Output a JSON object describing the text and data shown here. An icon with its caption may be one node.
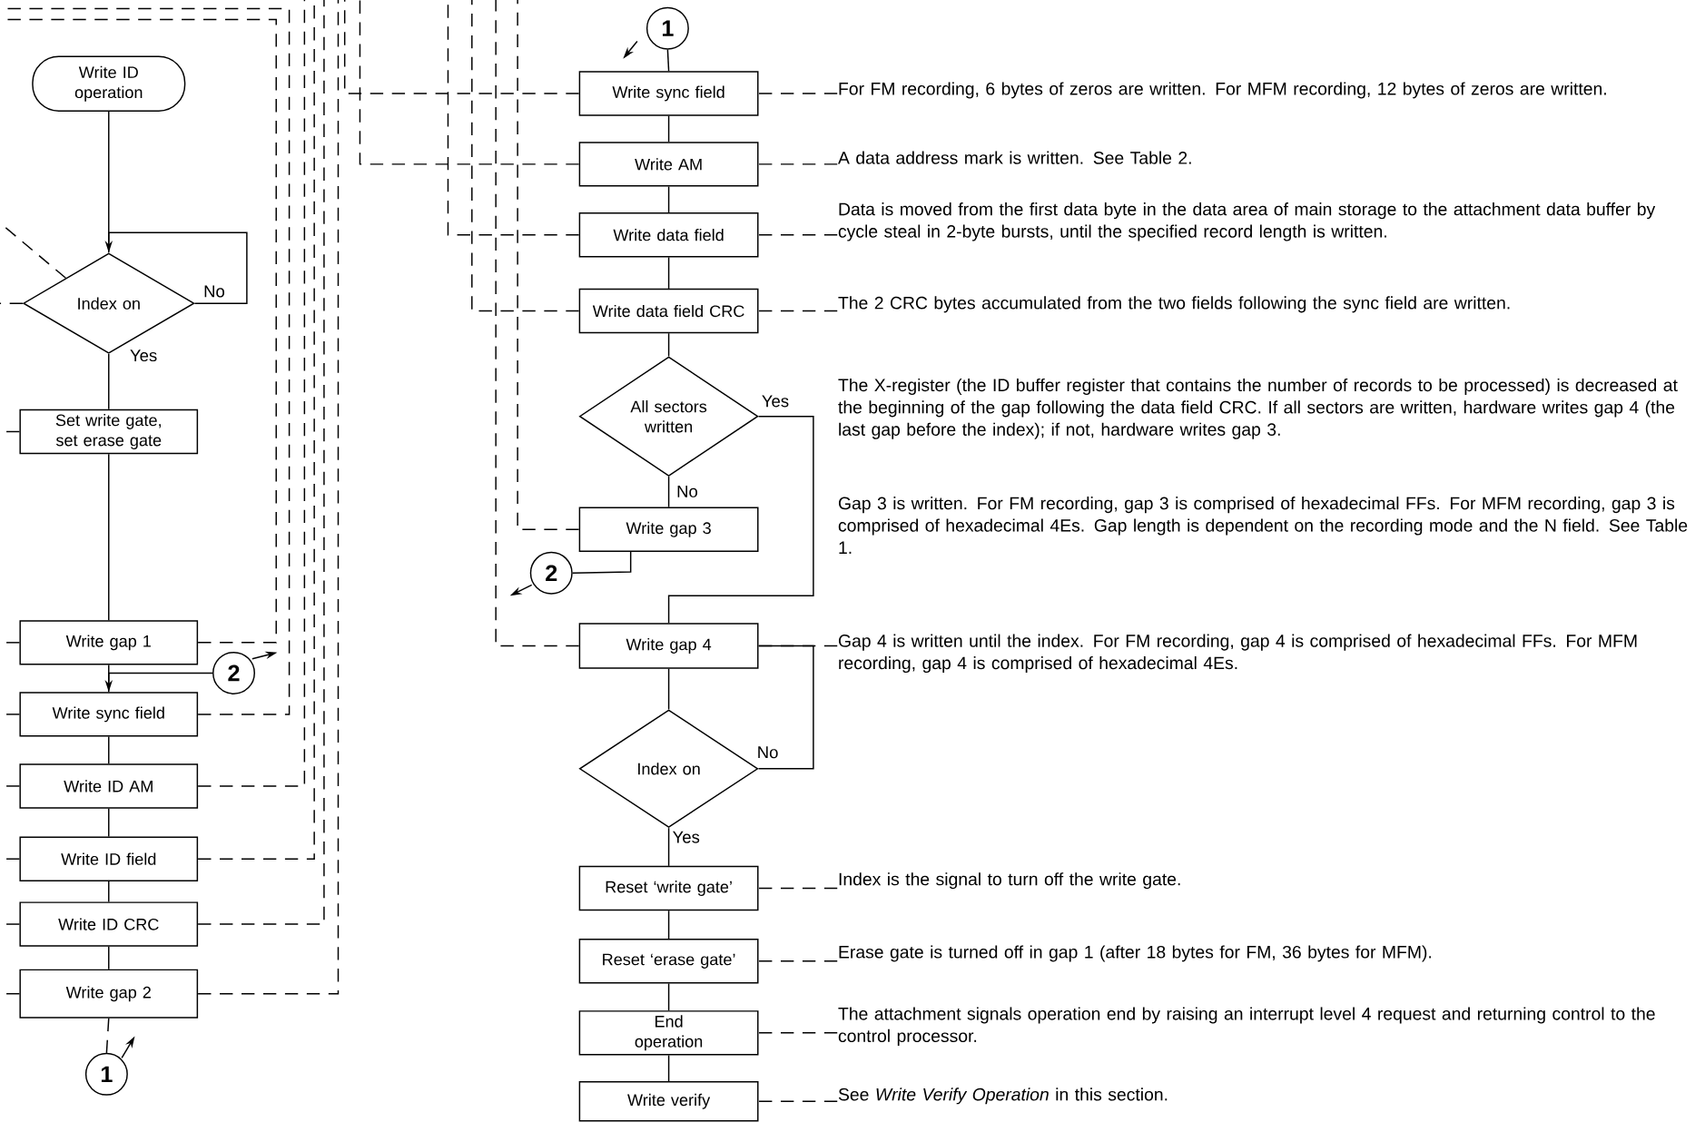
{
  "diagram": {
    "nodes": [
      {
        "text": [
          "Write ID operation"
        ]
      },
      {
        "text": [
          "Index on"
        ]
      },
      {
        "text": [
          "Set write gate, set erase gate"
        ]
      },
      {
        "text": [
          "Write gap 1"
        ]
      },
      {
        "text": [
          "Write sync field"
        ]
      },
      {
        "text": [
          "Write ID AM"
        ]
      },
      {
        "text": [
          "Write ID field"
        ]
      },
      {
        "text": [
          "Write ID CRC"
        ]
      },
      {
        "text": [
          "Write gap 2"
        ]
      },
      {
        "text": [
          "1"
        ]
      },
      {
        "text": [
          "2"
        ]
      },
      {
        "text": [
          "1"
        ]
      },
      {
        "text": [
          "Write sync field"
        ]
      },
      {
        "text": [
          "Write AM"
        ]
      },
      {
        "text": [
          "Write data field"
        ]
      },
      {
        "text": [
          "Write data field CRC"
        ]
      },
      {
        "text": [
          "All sectors written"
        ]
      },
      {
        "text": [
          "Write gap 3"
        ]
      },
      {
        "text": [
          "2"
        ]
      },
      {
        "text": [
          "Write gap 4"
        ]
      },
      {
        "text": [
          "Index on"
        ]
      },
      {
        "text": [
          "Reset ‘write gate’"
        ]
      },
      {
        "text": [
          "Reset ‘erase gate’"
        ]
      },
      {
        "text": [
          "End operation"
        ]
      },
      {
        "text": [
          "Write verify"
        ]
      },
      {
        "text": [
          "For FM recording, 6 bytes of zeros are written. For MFM recording, 12 bytes of zeros are written."
        ]
      },
      {
        "text": [
          "A data address mark is written. See Table 2."
        ]
      },
      {
        "text": [
          "Data is moved from the first data byte in the data area of main storage to the attachment data buffer by cycle steal in 2-byte bursts, until the specified record length is written."
        ]
      },
      {
        "text": [
          "The 2 CRC bytes accumulated from the two fields following the sync field are written."
        ]
      },
      {
        "text": [
          "Gap 4 is written until the index. For FM recording, gap 4 is comprised of hexadecimal FFs. For MFM recording, gap 4 is comprised of hexadecimal 4Es."
        ]
      },
      {
        "text": [
          "Index is the signal to turn off the write gate."
        ]
      },
      {
        "text": [
          "Erase gate is turned off in gap 1 (after 18 bytes for FM, 36 bytes for MFM)."
        ]
      },
      {
        "text": [
          "The attachment signals operation end by raising an interrupt level 4 request and returning control to the control processor."
        ]
      },
      {
        "text": [
          "See *Write Verify Operation* in this section."
        ]
      }
    ],
    "edges": [
      {
        "from": 0,
        "to": 1,
        "arrow": "none"
      },
      {
        "from": 1,
        "to": 1,
        "arrow": "to",
        "label": "No"
      },
      {
        "from": 1,
        "to": 2,
        "arrow": "none",
        "label": "Yes"
      },
      {
        "from": 2,
        "to": 3,
        "arrow": "none"
      },
      {
        "from": 3,
        "to": 4,
        "arrow": "none"
      },
      {
        "from": 10,
        "to": 4,
        "arrow": "to"
      },
      {
        "from": 4,
        "to": 5,
        "arrow": "none"
      },
      {
        "from": 5,
        "to": 6,
        "arrow": "none"
      },
      {
        "from": 6,
        "to": 7,
        "arrow": "none"
      },
      {
        "from": 7,
        "to": 8,
        "arrow": "none"
      },
      {
        "from": 8,
        "to": 9,
        "arrow": "none",
        "style": "dashed"
      },
      {
        "from": 11,
        "to": 12,
        "arrow": "none"
      },
      {
        "from": 12,
        "to": 13,
        "arrow": "none"
      },
      {
        "from": 13,
        "to": 14,
        "arrow": "none"
      },
      {
        "from": 14,
        "to": 15,
        "arrow": "none"
      },
      {
        "from": 15,
        "to": 16,
        "arrow": "none"
      },
      {
        "from": 16,
        "to": 17,
        "arrow": "none",
        "label": "No"
      },
      {
        "from": 17,
        "to": 18,
        "arrow": "none"
      },
      {
        "from": 16,
        "to": 19,
        "arrow": "none",
        "label": "Yes"
      },
      {
        "from": 19,
        "to": 20,
        "arrow": "none"
      },
      {
        "from": 20,
        "to": 19,
        "arrow": "none",
        "label": "No"
      },
      {
        "from": 20,
        "to": 21,
        "arrow": "none",
        "label": "Yes"
      },
      {
        "from": 21,
        "to": 22,
        "arrow": "none"
      },
      {
        "from": 22,
        "to": 23,
        "arrow": "none"
      },
      {
        "from": 23,
        "to": 24,
        "arrow": "none"
      },
      {
        "from": 25,
        "to": 12,
        "arrow": "none",
        "style": "dashed"
      },
      {
        "from": 26,
        "to": 13,
        "arrow": "none",
        "style": "dashed"
      },
      {
        "from": 27,
        "to": 14,
        "arrow": "none",
        "style": "dashed"
      },
      {
        "from": 28,
        "to": 15,
        "arrow": "none",
        "style": "dashed"
      },
      {
        "from": 29,
        "to": 19,
        "arrow": "none",
        "style": "dashed"
      },
      {
        "from": 30,
        "to": 21,
        "arrow": "none",
        "style": "dashed"
      },
      {
        "from": 31,
        "to": 22,
        "arrow": "none",
        "style": "dashed"
      },
      {
        "from": 32,
        "to": 23,
        "arrow": "none",
        "style": "dashed"
      },
      {
        "from": 33,
        "to": 24,
        "arrow": "none",
        "style": "dashed"
      },
      {
        "from": 1,
        "to": null,
        "arrow": "none",
        "style": "dashed"
      },
      {
        "from": 1,
        "to": null,
        "arrow": "none",
        "style": "dashed"
      },
      {
        "from": 2,
        "to": null,
        "arrow": "none",
        "style": "dashed"
      },
      {
        "from": 3,
        "to": null,
        "arrow": "none",
        "style": "dashed"
      },
      {
        "from": 4,
        "to": null,
        "arrow": "none",
        "style": "dashed"
      },
      {
        "from": 5,
        "to": null,
        "arrow": "none",
        "style": "dashed"
      },
      {
        "from": 6,
        "to": null,
        "arrow": "none",
        "style": "dashed"
      },
      {
        "from": 7,
        "to": null,
        "arrow": "none",
        "style": "dashed"
      },
      {
        "from": 8,
        "to": null,
        "arrow": "none",
        "style": "dashed"
      },
      {
        "from": 3,
        "to": null,
        "arrow": "none",
        "style": "dashed"
      },
      {
        "from": 4,
        "to": null,
        "arrow": "none",
        "style": "dashed"
      },
      {
        "from": 5,
        "to": null,
        "arrow": "none",
        "style": "dashed"
      },
      {
        "from": 6,
        "to": null,
        "arrow": "none",
        "style": "dashed"
      },
      {
        "from": 7,
        "to": null,
        "arrow": "none",
        "style": "dashed"
      },
      {
        "from": 8,
        "to": null,
        "arrow": "none",
        "style": "dashed"
      },
      {
        "from": 12,
        "to": null,
        "arrow": "none",
        "style": "dashed"
      },
      {
        "from": 13,
        "to": null,
        "arrow": "none",
        "style": "dashed"
      },
      {
        "from": 14,
        "to": null,
        "arrow": "none",
        "style": "dashed"
      },
      {
        "from": 15,
        "to": null,
        "arrow": "none",
        "style": "dashed"
      },
      {
        "from": 17,
        "to": null,
        "arrow": "none",
        "style": "dashed"
      },
      {
        "from": 19,
        "to": null,
        "arrow": "none",
        "style": "dashed"
      }
    ],
    "labels": [
      "The X-register (the ID buffer register that contains the number of records to be processed) is decreased at the beginning of the gap following the data field CRC. If all sectors are written, hardware writes gap 4 (the last gap before the index); if not, hardware writes gap 3.",
      "Gap 3 is written. For FM recording, gap 3 is comprised of hexadecimal FFs. For MFM recording, gap 3 is comprised of hexadecimal 4Es. Gap length is dependent on the recording mode and the N field. See Table 1."
    ]
  }
}
